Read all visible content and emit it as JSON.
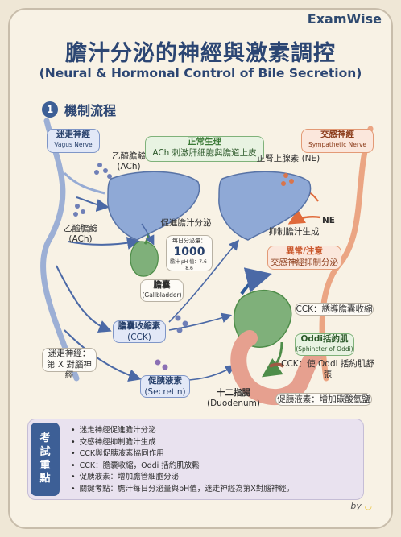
{
  "brand": "ExamWise",
  "title": "膽汁分泌的神經與激素調控",
  "subtitle": "(Neural & Hormonal Control of Bile Secretion)",
  "section": {
    "number": "1",
    "label": "機制流程"
  },
  "labels": {
    "vagus_zh": "迷走神經",
    "vagus_en": "Vagus Nerve",
    "ach_top_zh": "乙醯膽鹼",
    "ach_top_en": "(ACh)",
    "ach_left_zh": "乙醯膽鹼",
    "ach_left_en": "(ACh)",
    "normal_title": "正常生理",
    "normal_text": "ACh 刺激肝細胞與膽道上皮",
    "symp_zh": "交感神經",
    "symp_en": "Sympathetic Nerve",
    "ne_label": "正腎上腺素 (NE)",
    "ne_short": "NE",
    "promote": "促進膽汁分泌",
    "inhibit": "抑制膽汁生成",
    "abnormal_title": "異常/注意",
    "abnormal_text": "交感神經抑制分泌",
    "daily_title": "每日分泌量：",
    "daily_value": "1000",
    "daily_ph": "膽汁 pH 值：7.6-8.6",
    "gb_zh": "膽囊",
    "gb_en": "(Gallbladder)",
    "cck_zh": "膽囊收縮素",
    "cck_en": "(CCK)",
    "secretin_zh": "促胰液素",
    "secretin_en": "(Secretin)",
    "vagus_note_1": "迷走神經：",
    "vagus_note_2": "第 X 對腦神經",
    "cck_contract": "CCK：誘導膽囊收縮",
    "oddi_zh": "Oddi括約肌",
    "oddi_en": "(Sphincter of Oddi)",
    "cck_oddi": "CCK：使 Oddi 括約肌舒張",
    "duo_zh": "十二指腸",
    "duo_en": "(Duodenum)",
    "secretin_effect": "促胰液素：增加碳酸氫鹽"
  },
  "summary": {
    "tag": [
      "考",
      "試",
      "重",
      "點"
    ],
    "items": [
      "迷走神經促進膽汁分泌",
      "交感神經抑制膽汁生成",
      "CCK與促胰液素協同作用",
      "CCK：膽囊收縮，Oddi 括約肌放鬆",
      "促胰液素：增加膽管細胞分泌",
      "關鍵考點：膽汁每日分泌量與pH值，迷走神經為第X對腦神經。"
    ]
  },
  "signature": "by",
  "colors": {
    "title": "#2c4673",
    "liver": "#8fa9d6",
    "nerve_blue": "#7d98cf",
    "nerve_orange": "#e6845a",
    "gallbladder": "#7fb07a",
    "duodenum": "#e6a08f"
  }
}
